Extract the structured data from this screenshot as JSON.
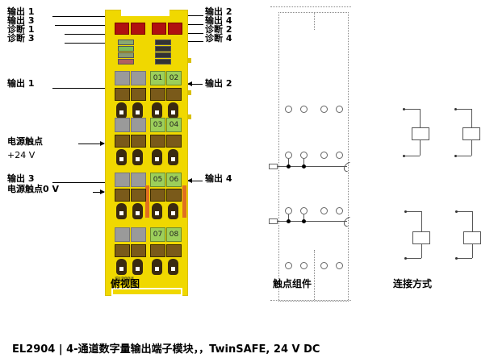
{
  "terminal_labels": {
    "left_top": [
      "输出 1",
      "输出 3",
      "诊断 1",
      "诊断 3"
    ],
    "right_top": [
      "输出 2",
      "输出 4",
      "诊断 2",
      "诊断 4"
    ],
    "left_mid_output1": "输出 1",
    "right_mid_output2": "输出 2",
    "power_contact": "电源触点",
    "power_24v": "+24 V",
    "left_output3": "输出 3",
    "power_0v": "电源触点0 V",
    "right_output4": "输出 4"
  },
  "terminal": {
    "model": "EL2904",
    "number_labels": [
      "01",
      "02",
      "03",
      "04",
      "05",
      "06",
      "07",
      "08"
    ],
    "colors": {
      "body": "#f0d800",
      "led_red": "#b01010",
      "label_green": "#9ccf5a",
      "orange_contact": "#e07020"
    }
  },
  "section_titles": {
    "front_view": "俯视图",
    "contact_assembly": "触点组件",
    "connection_type": "连接方式"
  },
  "caption": "EL2904 | 4-通道数字量输出端子模块，，TwinSAFE, 24 V DC"
}
